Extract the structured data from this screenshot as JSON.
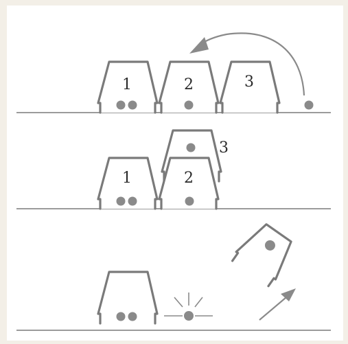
{
  "diagram": {
    "row1": {
      "labels": [
        "1",
        "2",
        "3"
      ]
    },
    "row2": {
      "labels": [
        "1",
        "2",
        "3"
      ]
    }
  },
  "colors": {
    "background": "#f3efe7",
    "panel": "#ffffff",
    "stroke": "#7a7a7a",
    "ball": "#8a8a8a"
  }
}
